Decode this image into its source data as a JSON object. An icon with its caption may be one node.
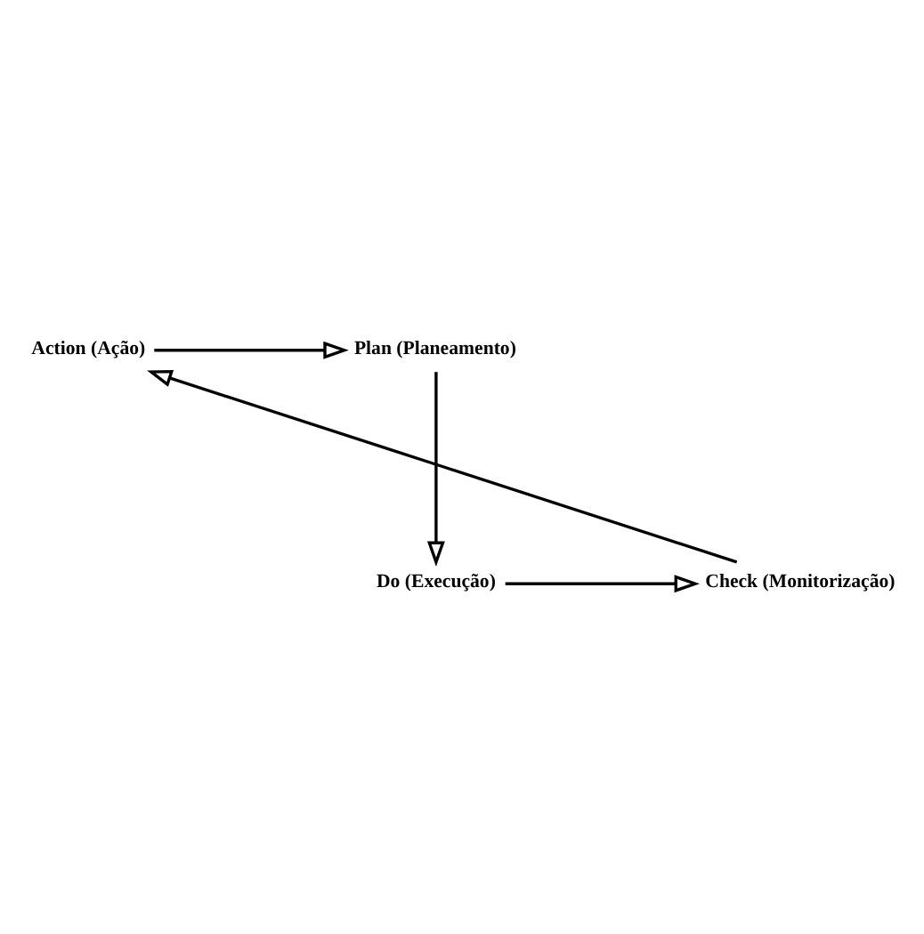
{
  "diagram": {
    "nodes": [
      {
        "text": [
          "Action (Ação)"
        ]
      },
      {
        "text": [
          "Plan (Planeamento)"
        ]
      },
      {
        "text": [
          "Check (Monitorização)"
        ]
      },
      {
        "text": [
          "Do (Execução)"
        ]
      }
    ],
    "edges": [
      {
        "from": 0,
        "to": 1,
        "arrow": "to"
      },
      {
        "from": 1,
        "to": 3,
        "arrow": "to"
      },
      {
        "from": 3,
        "to": 2,
        "arrow": "to"
      },
      {
        "from": 2,
        "to": 0,
        "arrow": "to"
      }
    ]
  }
}
